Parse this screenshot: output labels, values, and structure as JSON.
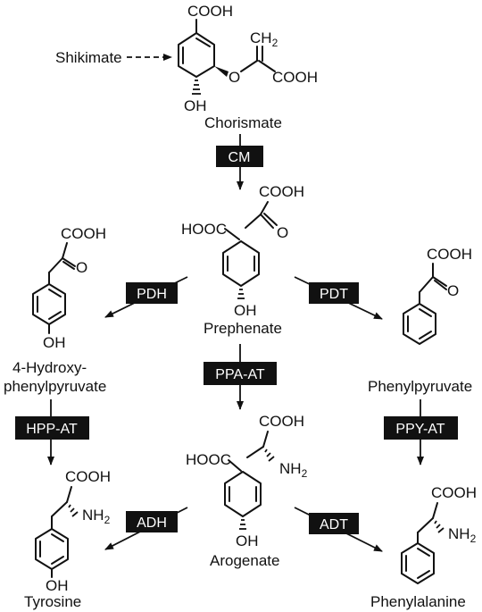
{
  "compounds": {
    "shikimate": "Shikimate",
    "chorismate": "Chorismate",
    "prephenate": "Prephenate",
    "hydroxyphenylpyruvate_line1": "4-Hydroxy-",
    "hydroxyphenylpyruvate_line2": "phenylpyruvate",
    "phenylpyruvate": "Phenylpyruvate",
    "arogenate": "Arogenate",
    "tyrosine": "Tyrosine",
    "phenylalanine": "Phenylalanine"
  },
  "enzymes": {
    "cm": "CM",
    "pdh": "PDH",
    "pdt": "PDT",
    "ppa_at": "PPA-AT",
    "hpp_at": "HPP-AT",
    "ppy_at": "PPY-AT",
    "adh": "ADH",
    "adt": "ADT"
  },
  "groups": {
    "cooh": "COOH",
    "hooc": "HOOC",
    "oh": "OH",
    "o": "O",
    "ch": "CH",
    "ch_sub": "2",
    "nh": "NH",
    "nh_sub": "2"
  }
}
